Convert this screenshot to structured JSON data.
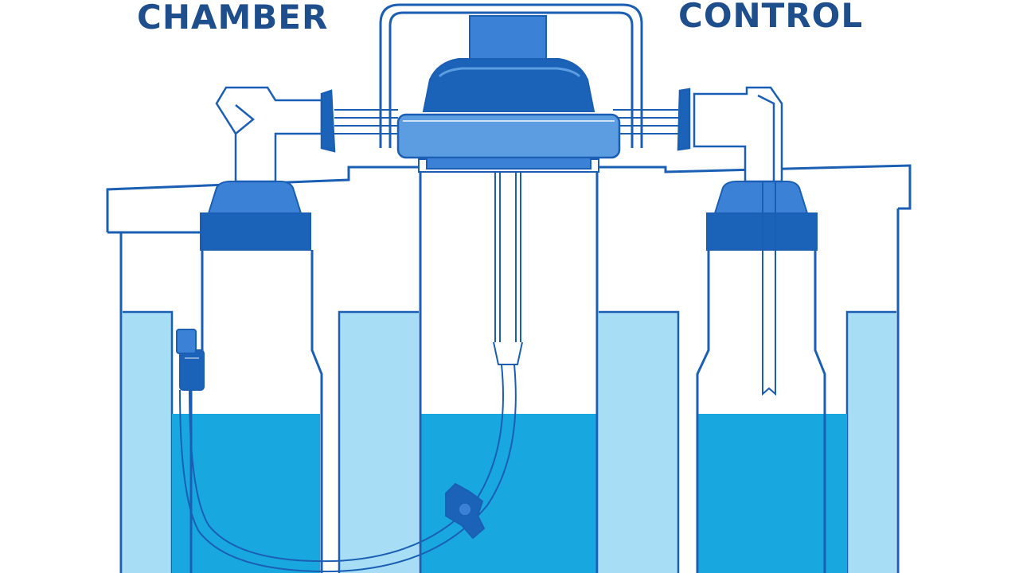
{
  "labels": {
    "left": "CHAMBER",
    "right": "CONTROL"
  },
  "colors": {
    "outline": "#1a5fb4",
    "label": "#1e4f8c",
    "cap_dark": "#1a63b8",
    "cap_mid": "#3b82d6",
    "cap_light": "#5b9de0",
    "water_dark": "#19a7e0",
    "water_light": "#a8def5",
    "background": "#ffffff"
  },
  "icons": {
    "connector_left": "tube-connector-icon",
    "valve_bottom": "stopcock-valve-icon"
  },
  "fill_levels": {
    "tank": 0.28
  }
}
